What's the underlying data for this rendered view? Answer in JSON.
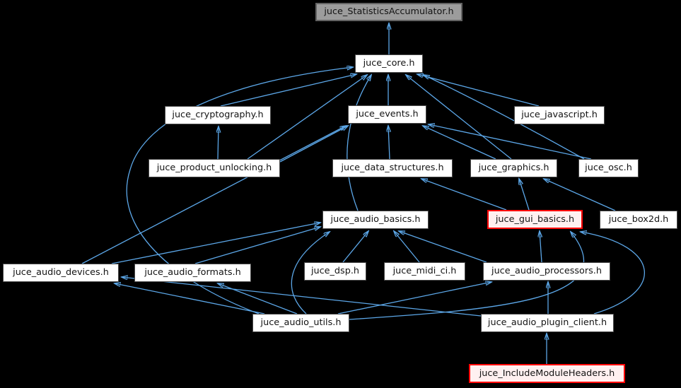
{
  "graph_type": "doxygen-included-by-dependency-graph",
  "colors": {
    "background": "#000000",
    "edge": "#5ca7e8",
    "node_fill": "#ffffff",
    "node_border": "#4a4a4a",
    "current_node_fill": "#9c9c9c",
    "current_node_border": "#626262",
    "highlight_node_fill": "#fff0f0",
    "highlight_node_border": "#ff0000",
    "text": "#131313"
  },
  "nodes": {
    "stats": {
      "label": "juce_StatisticsAccumulator.h",
      "variant": "current"
    },
    "core": {
      "label": "juce_core.h",
      "variant": "normal"
    },
    "cryptography": {
      "label": "juce_cryptography.h",
      "variant": "normal"
    },
    "events": {
      "label": "juce_events.h",
      "variant": "normal"
    },
    "javascript": {
      "label": "juce_javascript.h",
      "variant": "normal"
    },
    "product_unlocking": {
      "label": "juce_product_unlocking.h",
      "variant": "normal"
    },
    "data_structures": {
      "label": "juce_data_structures.h",
      "variant": "normal"
    },
    "graphics": {
      "label": "juce_graphics.h",
      "variant": "normal"
    },
    "osc": {
      "label": "juce_osc.h",
      "variant": "normal"
    },
    "audio_basics": {
      "label": "juce_audio_basics.h",
      "variant": "normal"
    },
    "gui_basics": {
      "label": "juce_gui_basics.h",
      "variant": "highlight"
    },
    "box2d": {
      "label": "juce_box2d.h",
      "variant": "normal"
    },
    "audio_devices": {
      "label": "juce_audio_devices.h",
      "variant": "normal"
    },
    "audio_formats": {
      "label": "juce_audio_formats.h",
      "variant": "normal"
    },
    "dsp": {
      "label": "juce_dsp.h",
      "variant": "normal"
    },
    "midi_ci": {
      "label": "juce_midi_ci.h",
      "variant": "normal"
    },
    "audio_processors": {
      "label": "juce_audio_processors.h",
      "variant": "normal"
    },
    "audio_utils": {
      "label": "juce_audio_utils.h",
      "variant": "normal"
    },
    "audio_plugin_client": {
      "label": "juce_audio_plugin_client.h",
      "variant": "normal"
    },
    "include_module_headers": {
      "label": "juce_IncludeModuleHeaders.h",
      "variant": "highlight"
    }
  },
  "edges": [
    {
      "from": "core",
      "to": "stats"
    },
    {
      "from": "cryptography",
      "to": "core"
    },
    {
      "from": "events",
      "to": "core"
    },
    {
      "from": "javascript",
      "to": "core"
    },
    {
      "from": "product_unlocking",
      "to": "cryptography"
    },
    {
      "from": "product_unlocking",
      "to": "core"
    },
    {
      "from": "product_unlocking",
      "to": "events"
    },
    {
      "from": "data_structures",
      "to": "events"
    },
    {
      "from": "graphics",
      "to": "events"
    },
    {
      "from": "graphics",
      "to": "core"
    },
    {
      "from": "osc",
      "to": "events"
    },
    {
      "from": "osc",
      "to": "core"
    },
    {
      "from": "audio_basics",
      "to": "core"
    },
    {
      "from": "gui_basics",
      "to": "data_structures"
    },
    {
      "from": "gui_basics",
      "to": "graphics"
    },
    {
      "from": "box2d",
      "to": "graphics"
    },
    {
      "from": "audio_devices",
      "to": "events"
    },
    {
      "from": "audio_devices",
      "to": "audio_basics"
    },
    {
      "from": "audio_formats",
      "to": "audio_basics"
    },
    {
      "from": "dsp",
      "to": "audio_basics"
    },
    {
      "from": "midi_ci",
      "to": "audio_basics"
    },
    {
      "from": "audio_processors",
      "to": "audio_basics"
    },
    {
      "from": "audio_processors",
      "to": "gui_basics"
    },
    {
      "from": "audio_plugin_client",
      "to": "audio_processors"
    },
    {
      "from": "audio_plugin_client",
      "to": "gui_basics"
    },
    {
      "from": "audio_plugin_client",
      "to": "audio_devices"
    },
    {
      "from": "audio_utils",
      "to": "gui_basics"
    },
    {
      "from": "audio_utils",
      "to": "audio_processors"
    },
    {
      "from": "audio_utils",
      "to": "audio_formats"
    },
    {
      "from": "audio_utils",
      "to": "audio_devices"
    },
    {
      "from": "audio_utils",
      "to": "audio_basics"
    },
    {
      "from": "audio_utils",
      "to": "core"
    },
    {
      "from": "include_module_headers",
      "to": "audio_plugin_client"
    }
  ]
}
